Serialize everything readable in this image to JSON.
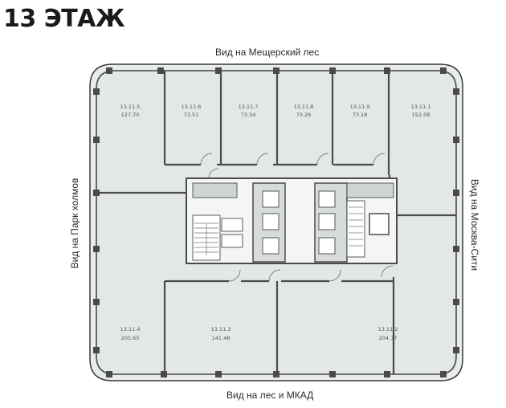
{
  "floor_title": "13 ЭТАЖ",
  "views": {
    "top": "Вид на Мещерский лес",
    "bottom": "Вид на лес и МКАД",
    "left": "Вид на Парк холмов",
    "right": "Вид на Москва-Сити"
  },
  "units": [
    {
      "id": "13.11.5",
      "area": "127.70"
    },
    {
      "id": "13.11.6",
      "area": "73.51"
    },
    {
      "id": "13.11.7",
      "area": "73.34"
    },
    {
      "id": "13.11.8",
      "area": "73.26"
    },
    {
      "id": "13.11.9",
      "area": "73.18"
    },
    {
      "id": "13.11.1",
      "area": "152.08"
    },
    {
      "id": "13.11.4",
      "area": "205.65"
    },
    {
      "id": "13.11.3",
      "area": "141.48"
    },
    {
      "id": "13.11.2",
      "area": "204.77"
    }
  ]
}
